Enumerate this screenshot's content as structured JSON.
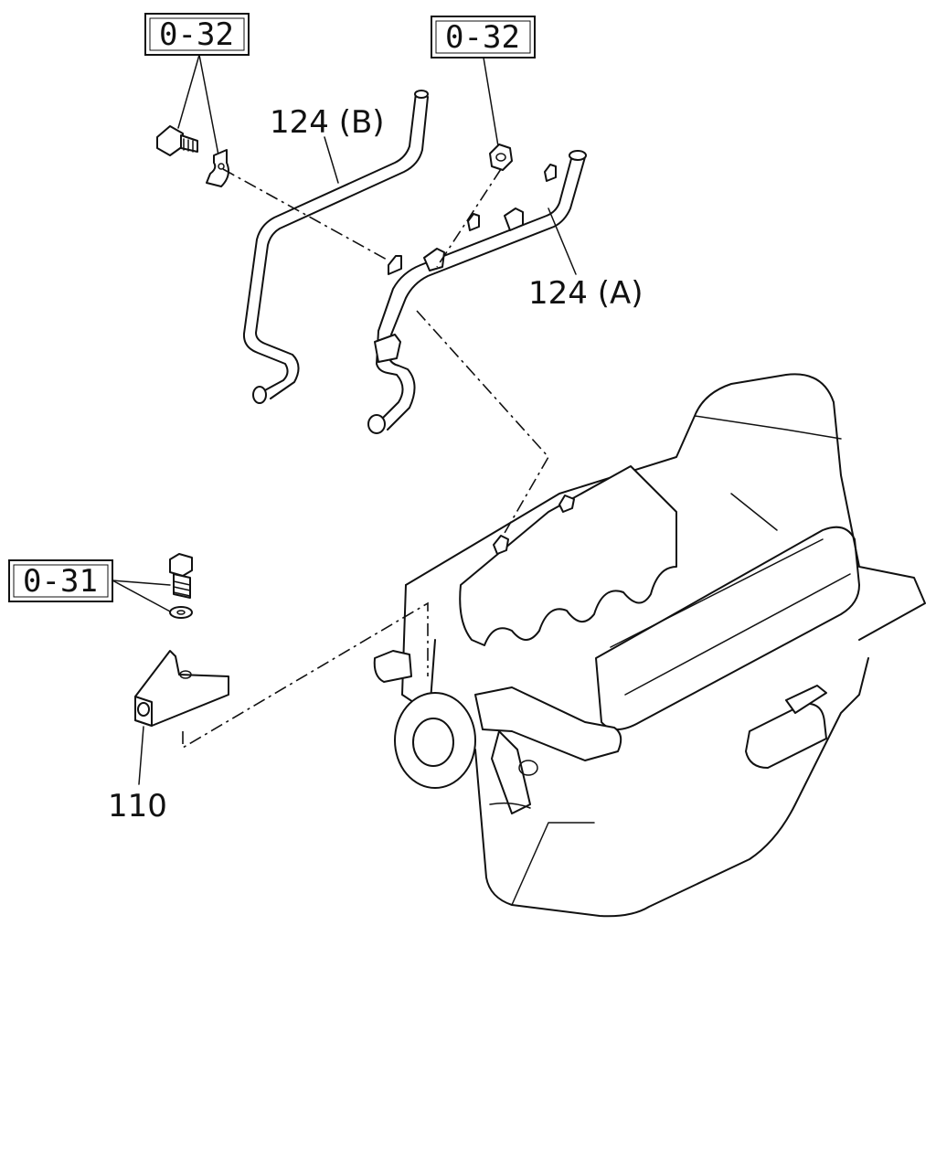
{
  "callouts": {
    "ref_top_left": "0-32",
    "ref_top_right": "0-32",
    "ref_left": "0-31"
  },
  "parts": {
    "pipe_b": "124 (B)",
    "pipe_a": "124 (A)",
    "bracket": "110"
  }
}
